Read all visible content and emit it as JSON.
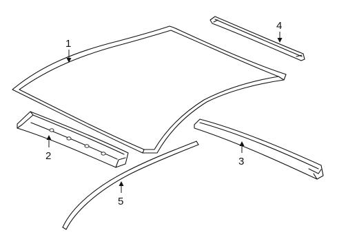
{
  "callouts": [
    {
      "id": "roof-panel",
      "label": "1"
    },
    {
      "id": "front-header",
      "label": "2"
    },
    {
      "id": "rear-header",
      "label": "3"
    },
    {
      "id": "roof-bow",
      "label": "4"
    },
    {
      "id": "drip-molding",
      "label": "5"
    }
  ]
}
